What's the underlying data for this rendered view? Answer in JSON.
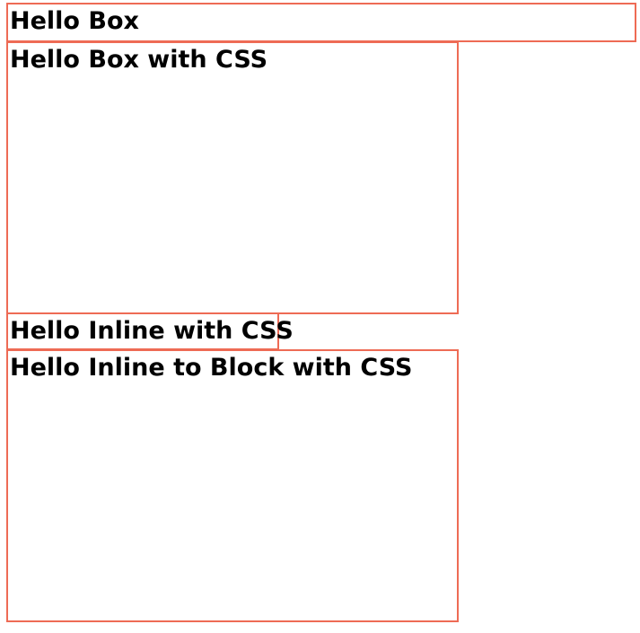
{
  "boxes": {
    "hello_box": "Hello Box",
    "hello_box_css": "Hello Box with CSS",
    "hello_inline_css": "Hello Inline with CSS",
    "hello_inline_block_css": "Hello Inline to Block with CSS"
  },
  "colors": {
    "border": "#ee6b55",
    "text": "#000000",
    "background": "#ffffff"
  }
}
